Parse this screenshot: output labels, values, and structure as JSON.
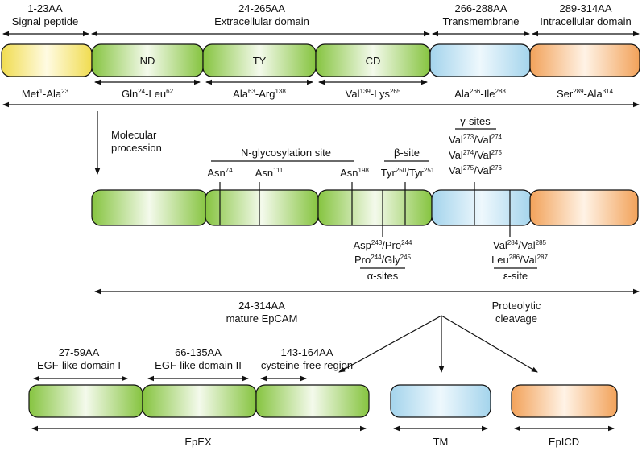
{
  "colors": {
    "signal_edge": "#f0dc50",
    "signal_mid": "#fffbe2",
    "green_edge": "#86c440",
    "green_mid": "#f4faec",
    "tm_edge": "#a4d4ec",
    "tm_mid": "#eef8fd",
    "ic_edge": "#f2a25a",
    "ic_mid": "#fff3e6",
    "line": "#111111"
  },
  "top": {
    "regions": [
      {
        "range": "1-23AA",
        "name": "Signal peptide"
      },
      {
        "range": "24-265AA",
        "name": "Extracellular domain"
      },
      {
        "range": "266-288AA",
        "name": "Transmembrane"
      },
      {
        "range": "289-314AA",
        "name": "Intracellular domain"
      }
    ],
    "domains": [
      "ND",
      "TY",
      "CD"
    ],
    "residue_spans": [
      {
        "start": "Met",
        "start_sup": "1",
        "end": "Ala",
        "end_sup": "23"
      },
      {
        "start": "Gln",
        "start_sup": "24",
        "end": "Leu",
        "end_sup": "62"
      },
      {
        "start": "Ala",
        "start_sup": "63",
        "end": "Arg",
        "end_sup": "138"
      },
      {
        "start": "Val",
        "start_sup": "139",
        "end": "Lys",
        "end_sup": "265"
      },
      {
        "start": "Ala",
        "start_sup": "266",
        "end": "Ile",
        "end_sup": "288"
      },
      {
        "start": "Ser",
        "start_sup": "289",
        "end": "Ala",
        "end_sup": "314"
      }
    ]
  },
  "processing": {
    "line1": "Molecular",
    "line2": "procession"
  },
  "sites": {
    "n_glyco_title": "N-glycosylation site",
    "n_glyco": [
      {
        "res": "Asn",
        "sup": "74"
      },
      {
        "res": "Asn",
        "sup": "111"
      },
      {
        "res": "Asn",
        "sup": "198"
      }
    ],
    "beta_title": "β-site",
    "beta": {
      "a": "Tyr",
      "a_sup": "250",
      "b": "Tyr",
      "b_sup": "251"
    },
    "gamma_title": "γ-sites",
    "gamma": [
      {
        "a": "Val",
        "a_sup": "273",
        "b": "Val",
        "b_sup": "274"
      },
      {
        "a": "Val",
        "a_sup": "274",
        "b": "Val",
        "b_sup": "275"
      },
      {
        "a": "Val",
        "a_sup": "275",
        "b": "Val",
        "b_sup": "276"
      }
    ],
    "alpha_title": "α-sites",
    "alpha": [
      {
        "a": "Asp",
        "a_sup": "243",
        "b": "Pro",
        "b_sup": "244"
      },
      {
        "a": "Pro",
        "a_sup": "244",
        "b": "Gly",
        "b_sup": "245"
      }
    ],
    "epsilon_title": "ε-site",
    "epsilon": [
      {
        "a": "Val",
        "a_sup": "284",
        "b": "Val",
        "b_sup": "285"
      },
      {
        "a": "Leu",
        "a_sup": "286",
        "b": "Val",
        "b_sup": "287"
      }
    ]
  },
  "mature": {
    "range": "24-314AA",
    "name": "mature EpCAM"
  },
  "cleavage": {
    "line1": "Proteolytic",
    "line2": "cleavage"
  },
  "bottom": {
    "domains": [
      {
        "range": "27-59AA",
        "name": "EGF-like domain I"
      },
      {
        "range": "66-135AA",
        "name": "EGF-like domain II"
      },
      {
        "range": "143-164AA",
        "name": "cysteine-free region"
      }
    ],
    "fragments": [
      "EpEX",
      "TM",
      "EpICD"
    ]
  }
}
